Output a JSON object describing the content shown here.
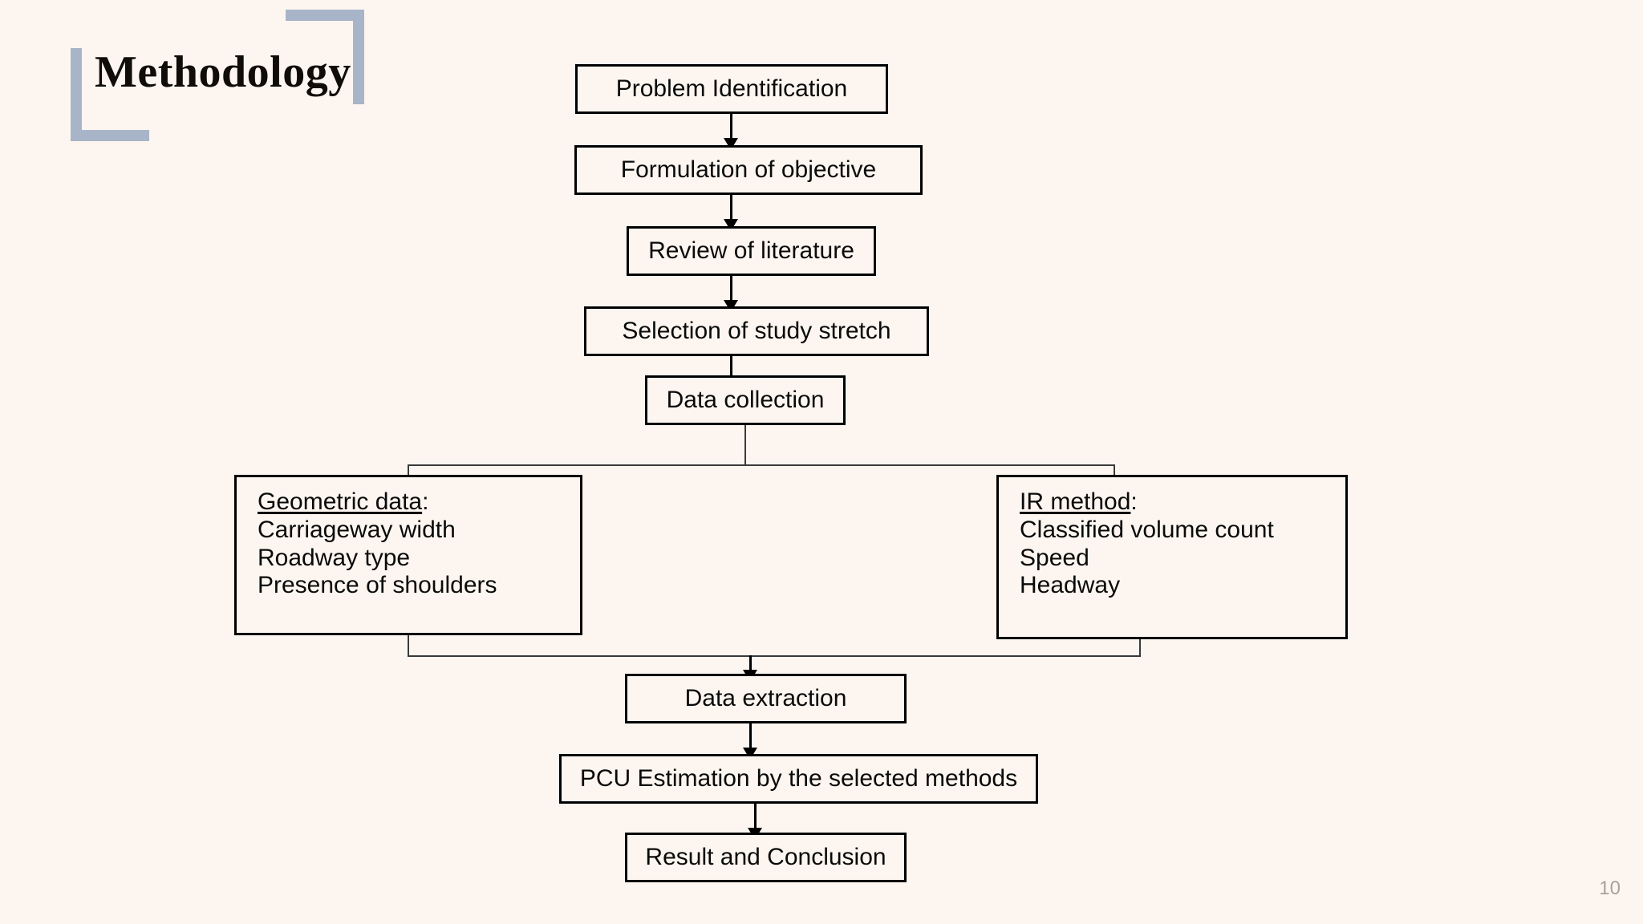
{
  "slide": {
    "title": "Methodology",
    "page_number": "10",
    "background_color": "#fdf6f0",
    "accent_color": "#a8b4c8",
    "line_color": "#000000"
  },
  "flowchart": {
    "type": "flowchart",
    "orientation": "top-to-bottom",
    "nodes": [
      {
        "id": "problem_identification",
        "label": "Problem Identification"
      },
      {
        "id": "formulation_of_objective",
        "label": "Formulation of objective"
      },
      {
        "id": "review_of_literature",
        "label": "Review of literature"
      },
      {
        "id": "selection_of_study_stretch",
        "label": "Selection of study stretch"
      },
      {
        "id": "data_collection",
        "label": "Data collection"
      },
      {
        "id": "data_extraction",
        "label": "Data extraction"
      },
      {
        "id": "pcu_estimation",
        "label": "PCU Estimation by the selected methods"
      },
      {
        "id": "result_and_conclusion",
        "label": "Result and Conclusion"
      }
    ],
    "branch_nodes": [
      {
        "id": "geometric_data",
        "heading": "Geometric data",
        "heading_suffix": ":",
        "items": [
          "Carriageway width",
          "Roadway type",
          "Presence of shoulders"
        ]
      },
      {
        "id": "ir_method",
        "heading": "IR method",
        "heading_suffix": ":",
        "items": [
          "Classified volume count",
          "Speed",
          "Headway"
        ]
      }
    ],
    "edges": [
      {
        "from": "problem_identification",
        "to": "formulation_of_objective"
      },
      {
        "from": "formulation_of_objective",
        "to": "review_of_literature"
      },
      {
        "from": "review_of_literature",
        "to": "selection_of_study_stretch"
      },
      {
        "from": "selection_of_study_stretch",
        "to": "data_collection"
      },
      {
        "from": "data_collection",
        "to": "geometric_data"
      },
      {
        "from": "data_collection",
        "to": "ir_method"
      },
      {
        "from": "geometric_data",
        "to": "data_extraction"
      },
      {
        "from": "ir_method",
        "to": "data_extraction"
      },
      {
        "from": "data_extraction",
        "to": "pcu_estimation"
      },
      {
        "from": "pcu_estimation",
        "to": "result_and_conclusion"
      }
    ]
  }
}
